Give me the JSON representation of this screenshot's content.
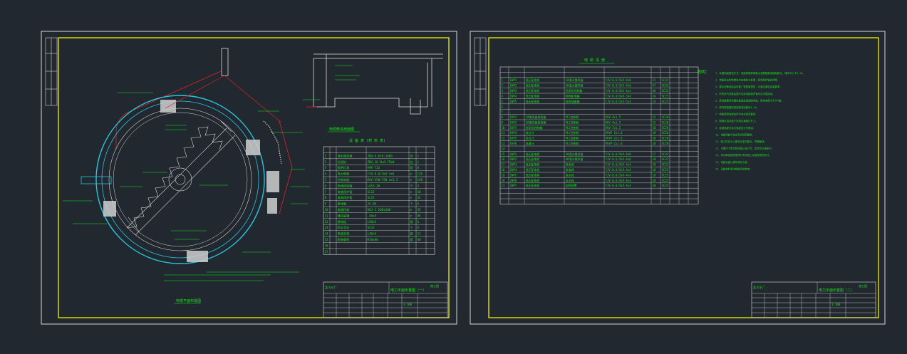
{
  "colors": {
    "background": "#212830",
    "outer_frame": "#d8d8d8",
    "inner_frame": "#f2f200",
    "annotation": "#19e619",
    "tank": "#27c6e0",
    "leader": "#e02323",
    "structure": "#dcdcdc"
  },
  "sheet_left": {
    "plan_title": "电缆平面布置图",
    "section_title": "电缆敷设剖面图",
    "table_title": "设 备 表 (材 料 表)",
    "title_block": {
      "project": "某污水厂",
      "drawing_title": "电力平面布置图（一）",
      "stamp": "施工图",
      "scale": "1:100"
    },
    "equipment_rows": [
      {
        "no": "1",
        "name": "潜水搅拌器",
        "spec": "JBQ-4.0/6-1600",
        "unit": "台",
        "qty": "2"
      },
      {
        "no": "2",
        "name": "刮泥机",
        "spec": "ZBG-30 N=0.75kW",
        "unit": "台",
        "qty": "1"
      },
      {
        "no": "3",
        "name": "照明灯具",
        "spec": "PAK-T32",
        "unit": "套",
        "qty": "8"
      },
      {
        "no": "4",
        "name": "电力电缆",
        "spec": "YJV-0.6/1kV-3x6",
        "unit": "m",
        "qty": "120"
      },
      {
        "no": "5",
        "name": "控制电缆",
        "spec": "KVV-450/750-4x1.5",
        "unit": "m",
        "qty": "140"
      },
      {
        "no": "6",
        "name": "现场按钮箱",
        "spec": "LA53-2H",
        "unit": "个",
        "qty": "4"
      },
      {
        "no": "7",
        "name": "电缆保护管",
        "spec": "SC32",
        "unit": "m",
        "qty": "60"
      },
      {
        "no": "8",
        "name": "电缆保护管",
        "spec": "SC25",
        "unit": "m",
        "qty": "45"
      },
      {
        "no": "9",
        "name": "接线盒",
        "spec": "JX-86",
        "unit": "个",
        "qty": "6"
      },
      {
        "no": "10",
        "name": "电缆桥架",
        "spec": "XQJ-C-200x100",
        "unit": "m",
        "qty": "35"
      },
      {
        "no": "11",
        "name": "镀锌扁钢",
        "spec": "-40x4",
        "unit": "m",
        "qty": "80"
      },
      {
        "no": "12",
        "name": "接地极",
        "spec": "L50x5",
        "unit": "根",
        "qty": "6"
      },
      {
        "no": "13",
        "name": "防水弯头",
        "spec": "SC32",
        "unit": "个",
        "qty": "8"
      },
      {
        "no": "14",
        "name": "电缆支架",
        "spec": "L40x4",
        "unit": "副",
        "qty": "12"
      },
      {
        "no": "15",
        "name": "膨胀螺栓",
        "spec": "M10x80",
        "unit": "套",
        "qty": "40"
      },
      {
        "no": "16",
        "name": "",
        "spec": "",
        "unit": "",
        "qty": ""
      },
      {
        "no": "17",
        "name": "",
        "spec": "",
        "unit": "",
        "qty": ""
      }
    ]
  },
  "sheet_right": {
    "table_title": "电 缆 清 册",
    "notes_title": "说明：",
    "title_block": {
      "project": "某污水厂",
      "drawing_title": "电力平面布置图（二）",
      "stamp": "施工图",
      "scale": "1:100"
    },
    "cable_rows": [
      {
        "no": "1",
        "code": "1WP1",
        "from": "低压配电柜",
        "to": "1#潜水搅拌器",
        "model": "YJV-0.6/1kV-4x6",
        "len": "31",
        "pipe": "SC32"
      },
      {
        "no": "2",
        "code": "1WP2",
        "from": "低压配电柜",
        "to": "2#潜水搅拌器",
        "model": "YJV-0.6/1kV-4x6",
        "len": "47",
        "pipe": "SC32"
      },
      {
        "no": "3",
        "code": "1WP3",
        "from": "低压配电柜",
        "to": "刮泥机控制箱",
        "model": "YJV-0.6/1kV-4x4",
        "len": "46",
        "pipe": "SC32"
      },
      {
        "no": "4",
        "code": "1WP4",
        "from": "低压配电柜",
        "to": "照明配电箱",
        "model": "YJV-0.6/1kV-3x4",
        "len": "24",
        "pipe": "SC25"
      },
      {
        "no": "5",
        "code": "1WP5",
        "from": "低压配电柜",
        "to": "检修插座箱",
        "model": "YJV-0.6/1kV-5x4",
        "len": "24",
        "pipe": "SC25"
      },
      {
        "no": "6",
        "code": "",
        "from": "",
        "to": "",
        "model": "",
        "len": "",
        "pipe": ""
      },
      {
        "no": "7",
        "code": "",
        "from": "",
        "to": "",
        "model": "",
        "len": "",
        "pipe": ""
      },
      {
        "no": "8",
        "code": "1KP1",
        "from": "1#搅拌器按钮箱",
        "to": "PLC控制柜",
        "model": "KVV-4x1.5",
        "len": "15",
        "pipe": "SC20"
      },
      {
        "no": "9",
        "code": "1KP2",
        "from": "2#搅拌器按钮箱",
        "to": "PLC控制柜",
        "model": "KVV-4x1.5",
        "len": "15",
        "pipe": "SC20"
      },
      {
        "no": "10",
        "code": "1KP3",
        "from": "刮泥机控制箱",
        "to": "PLC控制柜",
        "model": "KVV-7x1.5",
        "len": "10",
        "pipe": "SC20"
      },
      {
        "no": "11",
        "code": "1KP4",
        "from": "液位计",
        "to": "PLC控制柜",
        "model": "RVVP-2x1.0",
        "len": "10",
        "pipe": "SC20"
      },
      {
        "no": "12",
        "code": "1KP5",
        "from": "泥位计",
        "to": "PLC控制柜",
        "model": "RVVP-2x1.0",
        "len": "10",
        "pipe": "SC20"
      },
      {
        "no": "13",
        "code": "1KP6",
        "from": "流量计",
        "to": "PLC控制柜",
        "model": "RVVP-2x1.0",
        "len": "10",
        "pipe": "SC20"
      },
      {
        "no": "14",
        "code": "",
        "from": "",
        "to": "",
        "model": "",
        "len": "",
        "pipe": ""
      },
      {
        "no": "15",
        "code": "2WP1",
        "from": "低压配电柜",
        "to": "3#潜水搅拌器",
        "model": "YJV-0.6/1kV-4x6",
        "len": "17",
        "pipe": "SC32"
      },
      {
        "no": "16",
        "code": "2WP2",
        "from": "低压配电柜",
        "to": "4#潜水搅拌器",
        "model": "YJV-0.6/1kV-4x6",
        "len": "10",
        "pipe": "SC32"
      },
      {
        "no": "17",
        "code": "2WP3",
        "from": "低压配电柜",
        "to": "排泥阀",
        "model": "YJV-0.6/1kV-4x4",
        "len": "10",
        "pipe": "SC25"
      },
      {
        "no": "18",
        "code": "2WP4",
        "from": "低压配电柜",
        "to": "排渣阀",
        "model": "YJV-0.6/1kV-4x4",
        "len": "10",
        "pipe": "SC25"
      },
      {
        "no": "19",
        "code": "2WP5",
        "from": "低压配电柜",
        "to": "进水阀",
        "model": "YJV-0.6/1kV-4x4",
        "len": "10",
        "pipe": "SC25"
      },
      {
        "no": "20",
        "code": "2WP6",
        "from": "低压配电柜",
        "to": "出水阀",
        "model": "YJV-0.6/1kV-4x4",
        "len": "10",
        "pipe": "SC25"
      },
      {
        "no": "21",
        "code": "2WP7",
        "from": "低压配电柜",
        "to": "加药装置",
        "model": "YJV-0.6/1kV-4x4",
        "len": "10",
        "pipe": "SC25"
      }
    ],
    "notes": [
      "1、本图电缆敷设方式：电缆穿镀锌钢管沿池壁暗敷或埋地敷设，埋深不小于0.7m。",
      "2、电缆进出构筑物处均应做防水处理，穿墙保护管应预埋。",
      "3、潜水设备电缆由设备厂家配套提供，长度应满足安装要求。",
      "4、所有电气设备金属外壳及电缆保护管均应可靠接地。",
      "5、接地装置采用镀锌扁钢及角钢接地极，接地电阻不大于4欧。",
      "6、现场按钮箱安装高度底边距地1.2m。",
      "7、电缆桥架安装应符合有关规范要求。",
      "8、照明灯具安装于池顶走道板栏杆上。",
      "9、控制电缆与电力电缆应分开敷设。",
      "10、电缆弯曲半径应符合规范要求。",
      "11、施工时应与土建专业密切配合，预埋管线。",
      "12、本图尺寸单位除标高以米计外，其余均以毫米计。",
      "13、未尽事宜按国家现行有关施工及验收规范执行。",
      "14、电缆长度以现场实际为准。",
      "15、设备材料表中数量仅供参考。"
    ]
  }
}
